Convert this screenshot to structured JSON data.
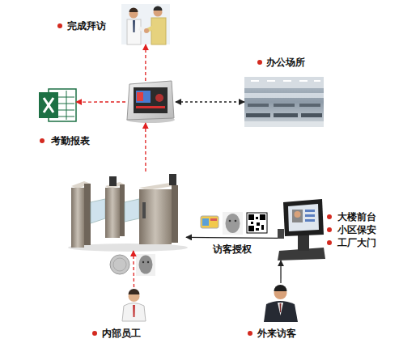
{
  "diagram": {
    "nodes": [
      {
        "text": [
          "完成拜访"
        ]
      },
      {
        "text": [
          "办公场所"
        ]
      },
      {
        "text": [
          "考勤报表"
        ]
      },
      {
        "text": []
      },
      {
        "text": []
      },
      {
        "text": [
          "大楼前台",
          "小区保安",
          "工厂大门"
        ]
      },
      {
        "text": [
          "内部员工"
        ]
      },
      {
        "text": [
          "外来访客"
        ]
      }
    ],
    "edges": [
      {
        "from": 3,
        "to": 0,
        "arrow": "to"
      },
      {
        "from": 3,
        "to": 2,
        "arrow": "to"
      },
      {
        "from": 3,
        "to": 1,
        "arrow": "both"
      },
      {
        "from": 4,
        "to": 3,
        "arrow": "to"
      },
      {
        "from": 5,
        "to": 4,
        "label": "访客授权",
        "arrow": "to"
      },
      {
        "from": 6,
        "to": 4,
        "arrow": "to"
      },
      {
        "from": 7,
        "to": 5,
        "arrow": "to"
      }
    ]
  }
}
